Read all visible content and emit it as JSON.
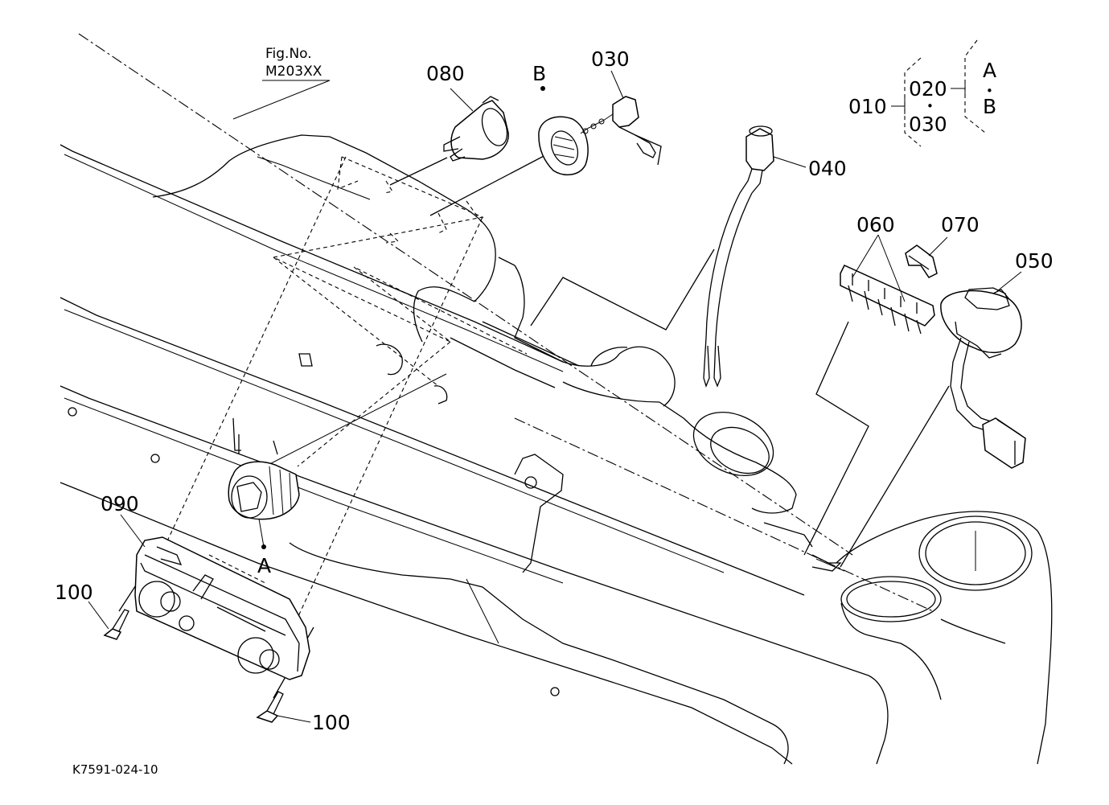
{
  "figure": {
    "fig_no_label": "Fig.No.",
    "fig_no_value": "M203XX",
    "drawing_number": "K7591-024-10"
  },
  "callouts": {
    "p010": "010",
    "p020": "020",
    "p030_tree": "030",
    "p030": "030",
    "p040": "040",
    "p050": "050",
    "p060": "060",
    "p070": "070",
    "p080": "080",
    "p090": "090",
    "p100_left": "100",
    "p100_bottom": "100"
  },
  "reference_points": {
    "a_tree": "A",
    "b_tree": "B",
    "a_point": "A",
    "b_point": "B",
    "separator": "•"
  }
}
